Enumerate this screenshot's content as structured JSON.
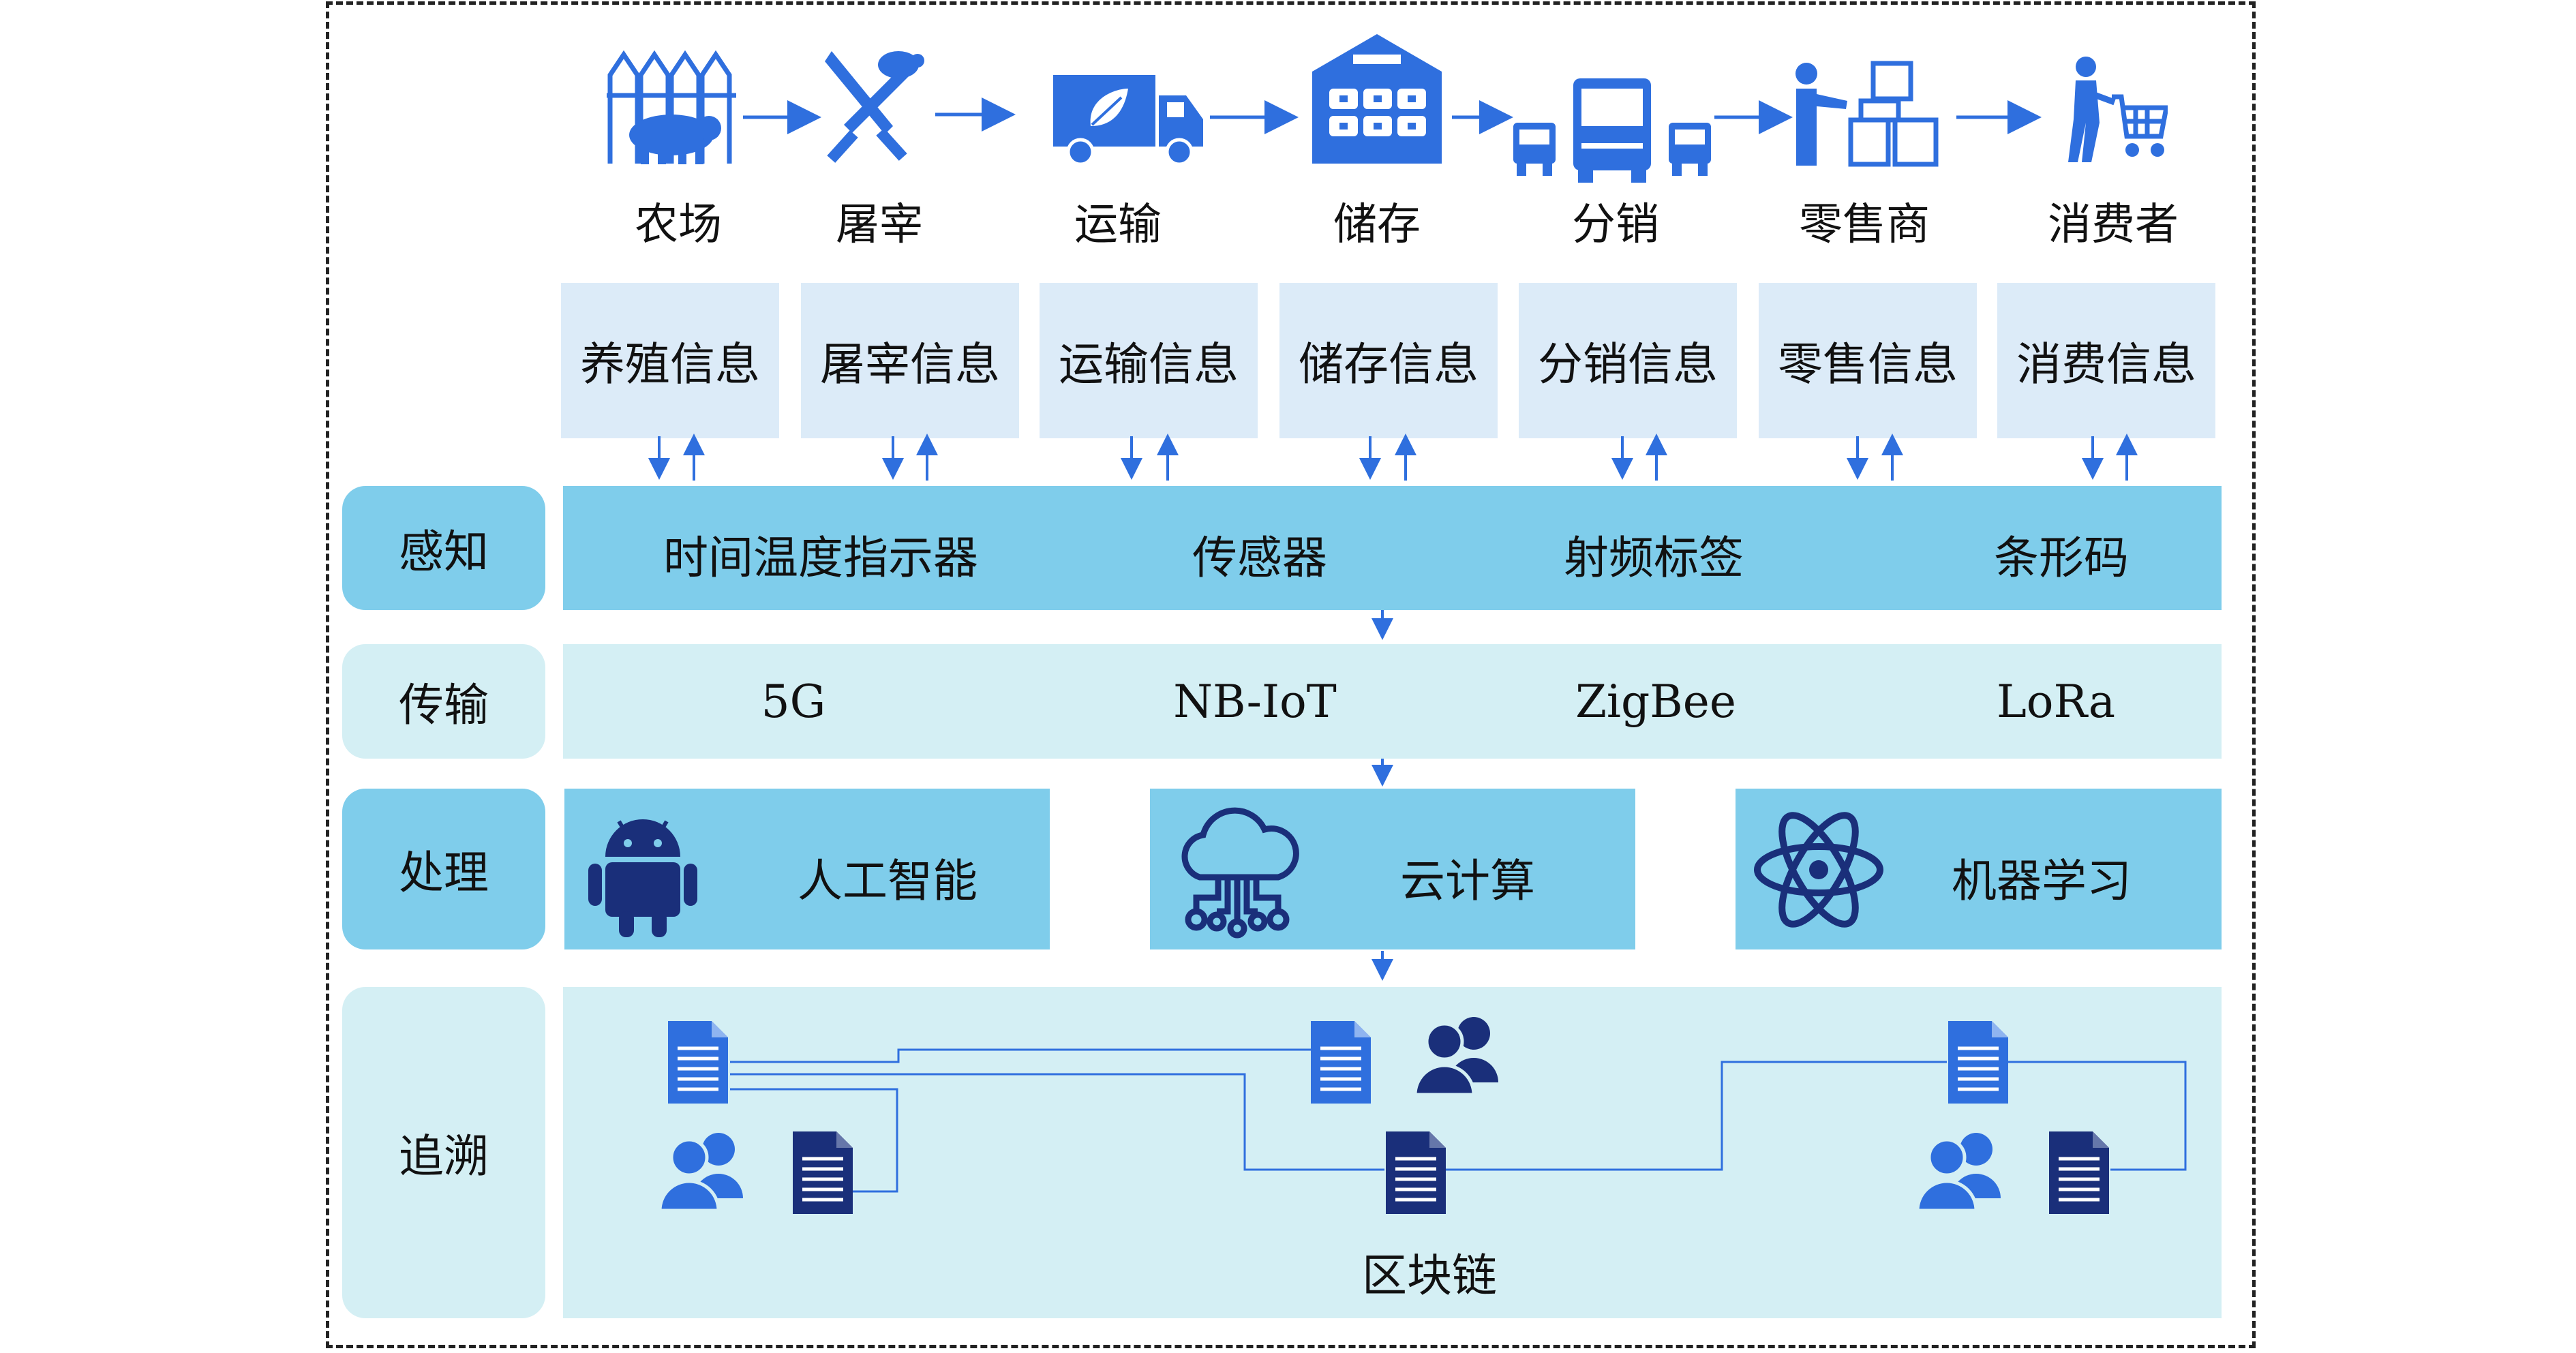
{
  "stages": [
    {
      "label": "农场",
      "icon": "farm-icon"
    },
    {
      "label": "屠宰",
      "icon": "slaughter-icon"
    },
    {
      "label": "运输",
      "icon": "truck-icon"
    },
    {
      "label": "储存",
      "icon": "warehouse-icon"
    },
    {
      "label": "分销",
      "icon": "distribution-icon"
    },
    {
      "label": "零售商",
      "icon": "retailer-icon"
    },
    {
      "label": "消费者",
      "icon": "consumer-icon"
    }
  ],
  "info": [
    "养殖信息",
    "屠宰信息",
    "运输信息",
    "储存信息",
    "分销信息",
    "零售信息",
    "消费信息"
  ],
  "layers": {
    "perception": {
      "label": "感知",
      "items": [
        "时间温度指示器",
        "传感器",
        "射频标签",
        "条形码"
      ]
    },
    "transmission": {
      "label": "传输",
      "items": [
        "5G",
        "NB-IoT",
        "ZigBee",
        "LoRa"
      ]
    },
    "processing": {
      "label": "处理",
      "items": [
        {
          "label": "人工智能",
          "icon": "android-icon"
        },
        {
          "label": "云计算",
          "icon": "cloud-icon"
        },
        {
          "label": "机器学习",
          "icon": "atom-icon"
        }
      ]
    },
    "traceability": {
      "label": "追溯",
      "blockchain": "区块链"
    }
  },
  "colors": {
    "icon_blue": "#2f6fde",
    "icon_dark": "#1a2f7a",
    "info_box": "#dcebf8",
    "perception_band": "#7fcdeb",
    "side_label_dark": "#7fcdeb",
    "light_band": "#d4eff4",
    "arrow": "#2f6fde"
  }
}
